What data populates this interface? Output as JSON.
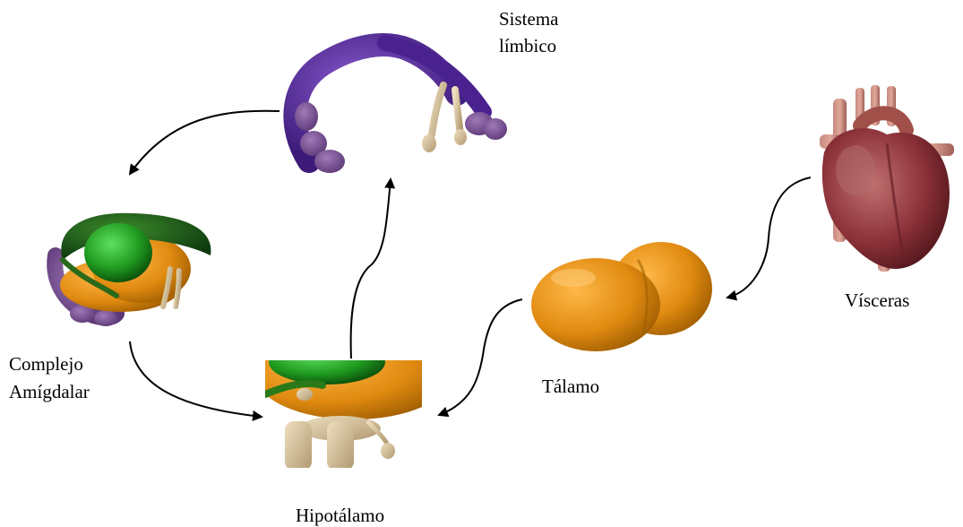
{
  "labels": {
    "limbic": [
      "Sistema",
      "límbico"
    ],
    "amygdala": [
      "Complejo",
      "Amígdalar"
    ],
    "hypothalamus": "Hipotálamo",
    "thalamus": "Tálamo",
    "viscera": "Vísceras"
  },
  "colors": {
    "limbic_purple": "#5a2a9e",
    "amygdala_green": "#1f8f1f",
    "thalamus_orange": "#e08a10",
    "heart_red": "#8a2a30",
    "tan": "#d8c4a0",
    "arrow": "#000000"
  },
  "icons": [
    "limbic-system-illustration",
    "amygdala-complex-illustration",
    "hypothalamus-illustration",
    "thalamus-illustration",
    "heart-illustration"
  ]
}
